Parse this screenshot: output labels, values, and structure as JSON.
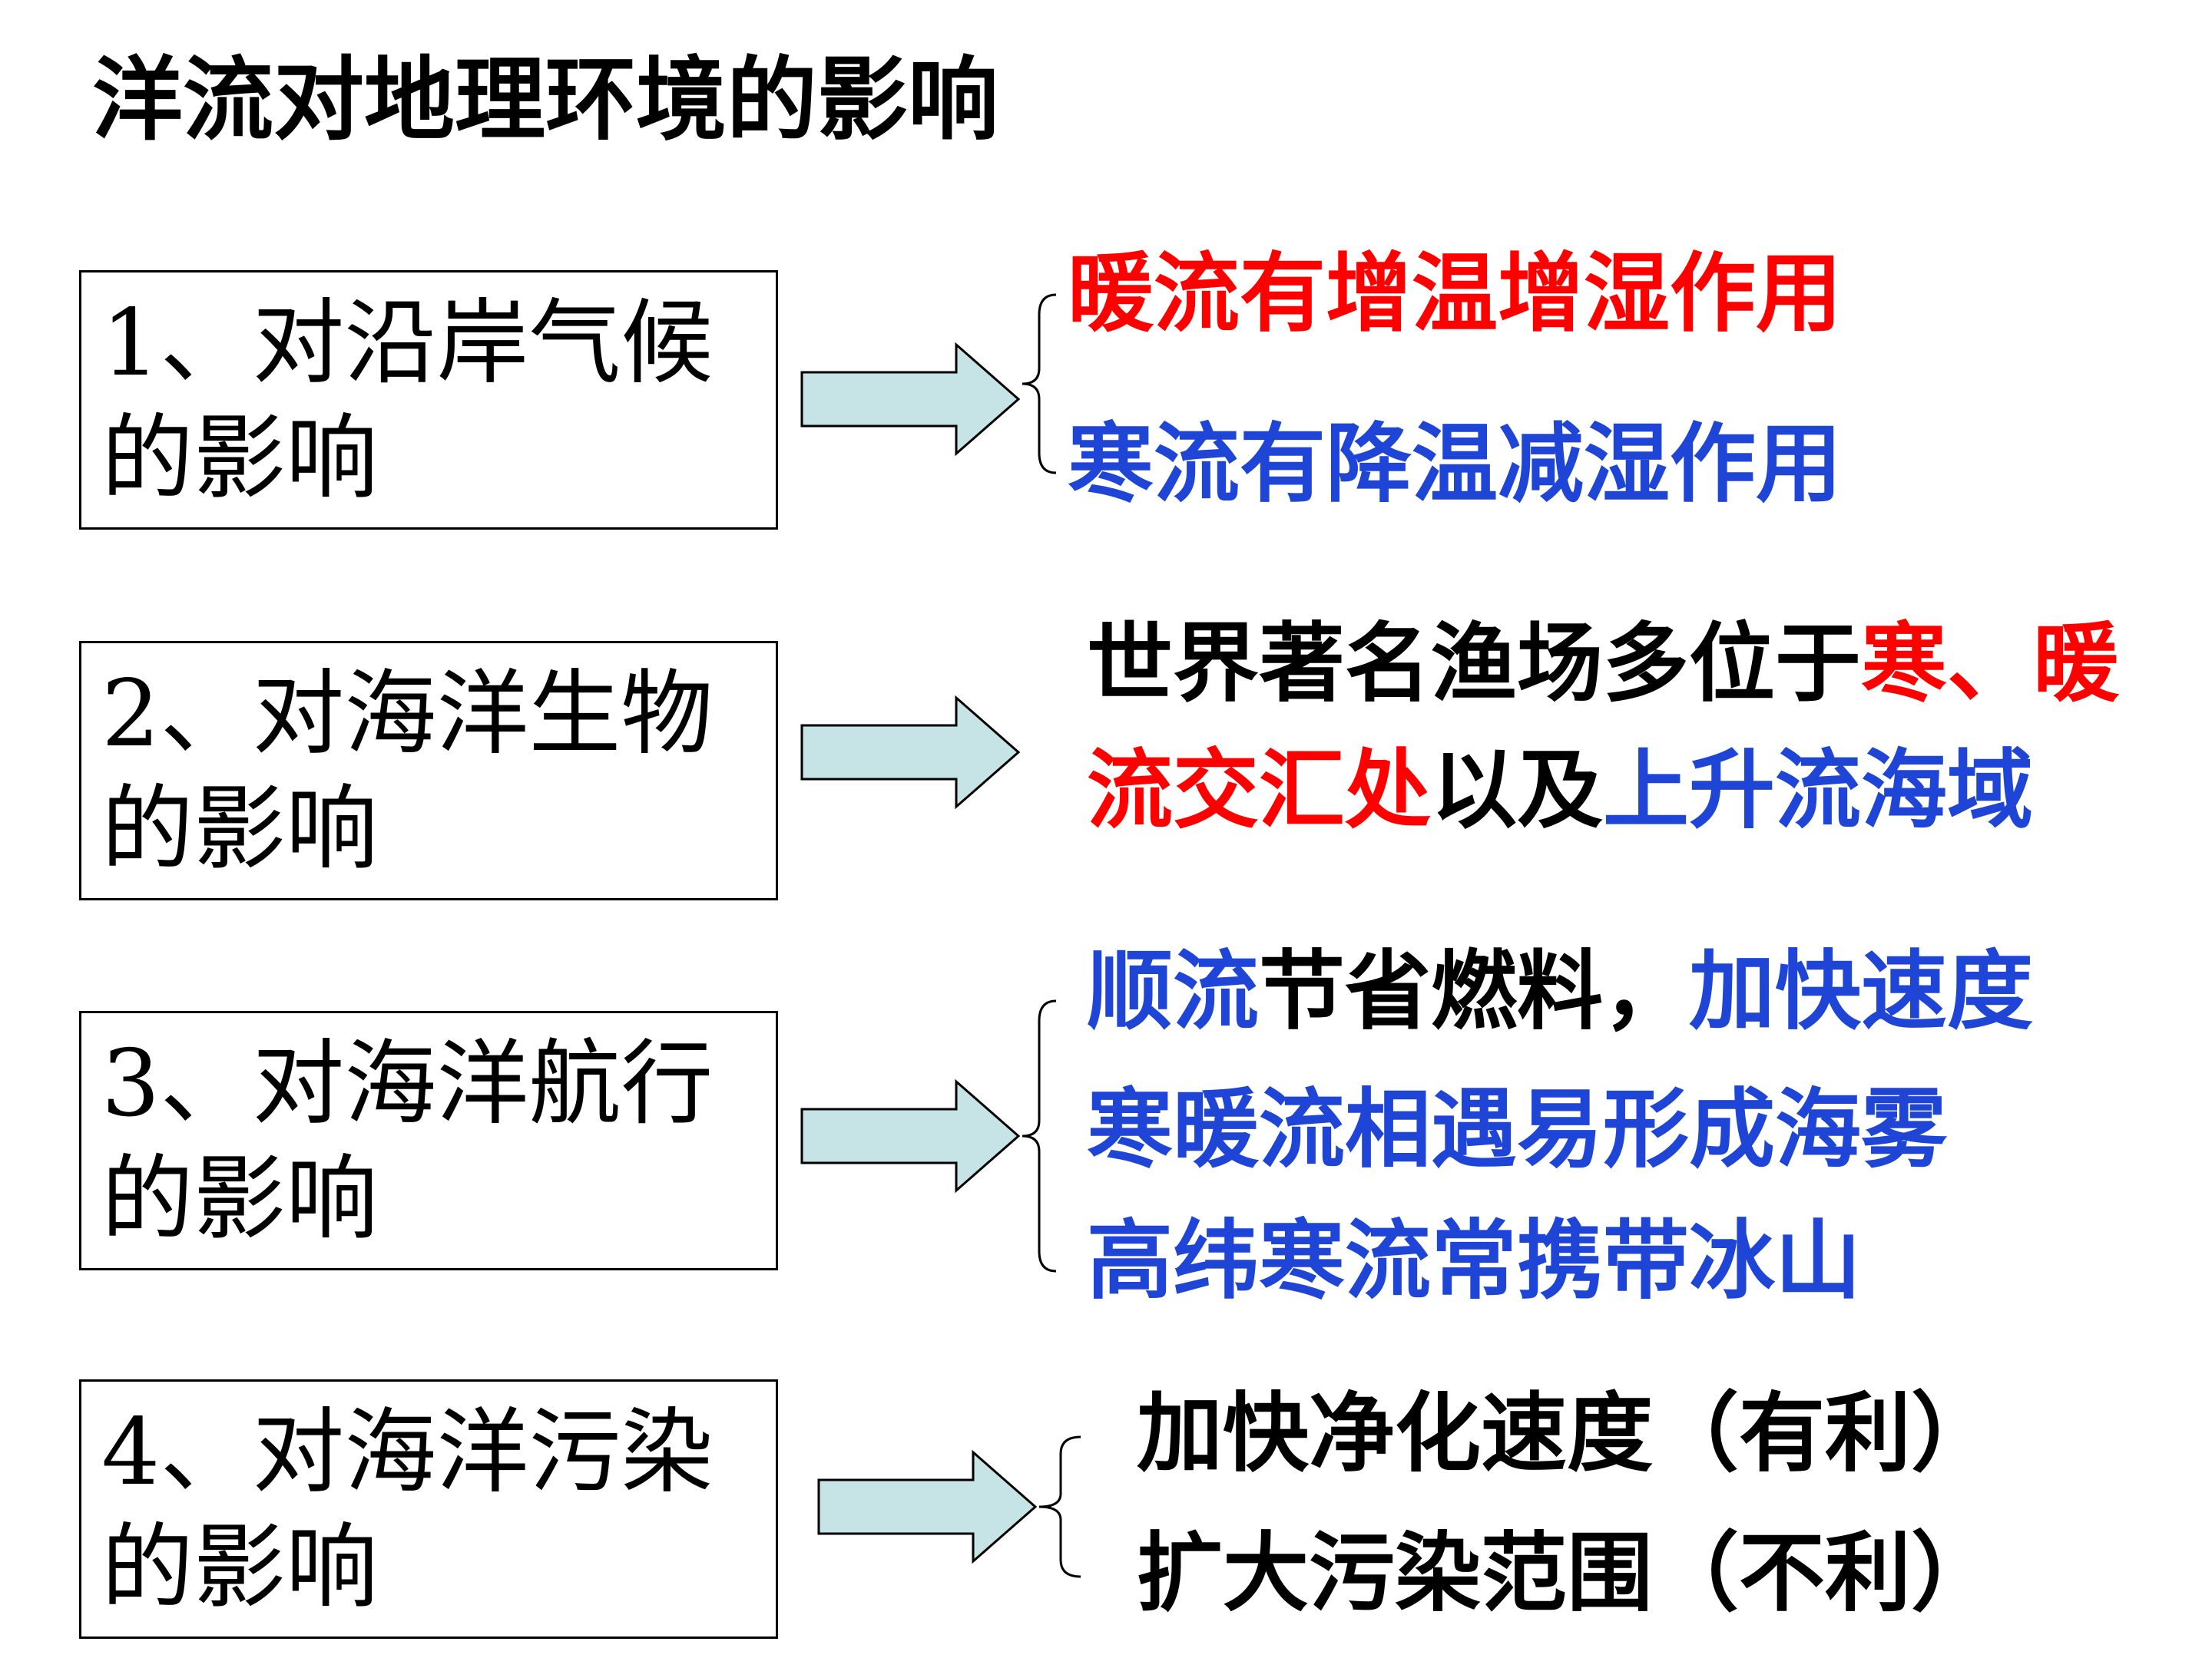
{
  "title": "洋流对地理环境的影响",
  "topics": [
    {
      "line1": "1、对沿岸气候",
      "line2": "的影响"
    },
    {
      "line1": "2、对海洋生物",
      "line2": "的影响"
    },
    {
      "line1": "3、对海洋航行",
      "line2": "的影响"
    },
    {
      "line1": "4、对海洋污染",
      "line2": "的影响"
    }
  ],
  "climate": {
    "warm": "暖流有增温增湿作用",
    "cold": "寒流有降温减湿作用"
  },
  "biology": {
    "l1_a": "世界著名渔场多位于",
    "l1_b": "寒、暖",
    "l2_a": "流交汇处",
    "l2_b": "以及",
    "l2_c": "上升流海域"
  },
  "navigation": {
    "l1_a": "顺流",
    "l1_b": "节省燃料，",
    "l1_c": "加快速度",
    "l2": "寒暖流相遇易形成海雾",
    "l3": "高纬寒流常携带冰山"
  },
  "pollution": {
    "l1": "加快净化速度（有利）",
    "l2": "扩大污染范围（不利）"
  },
  "colors": {
    "red": "#ff0000",
    "blue": "#1f45d6",
    "arrow_fill": "#c6e3e6"
  }
}
